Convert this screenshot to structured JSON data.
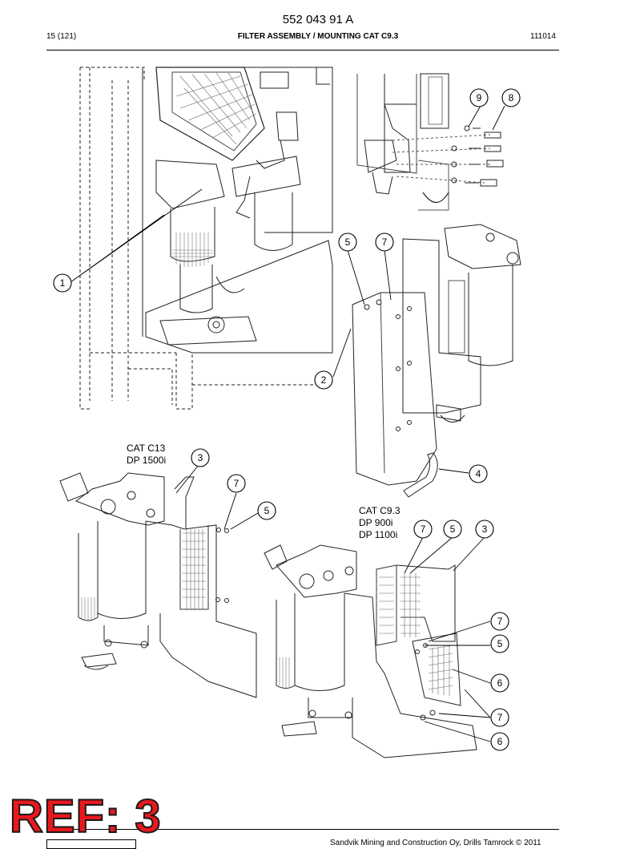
{
  "header": {
    "doc_number": "552 043 91 A",
    "page": "15 (121)",
    "title": "FILTER ASSEMBLY / MOUNTING CAT C9.3",
    "date": "111014"
  },
  "drawing": {
    "callouts": [
      "1",
      "2",
      "3",
      "4",
      "5",
      "6",
      "7",
      "8",
      "9"
    ],
    "variant_c13": [
      "CAT C13",
      "DP 1500i"
    ],
    "variant_c93": [
      "CAT C9.3",
      "DP 900i",
      "DP 1100i"
    ]
  },
  "stamp": {
    "text": "REF: 3",
    "color": "#e8181e"
  },
  "footer": {
    "text": "Sandvik Mining and Construction Oy, Drills Tamrock © 2011"
  }
}
